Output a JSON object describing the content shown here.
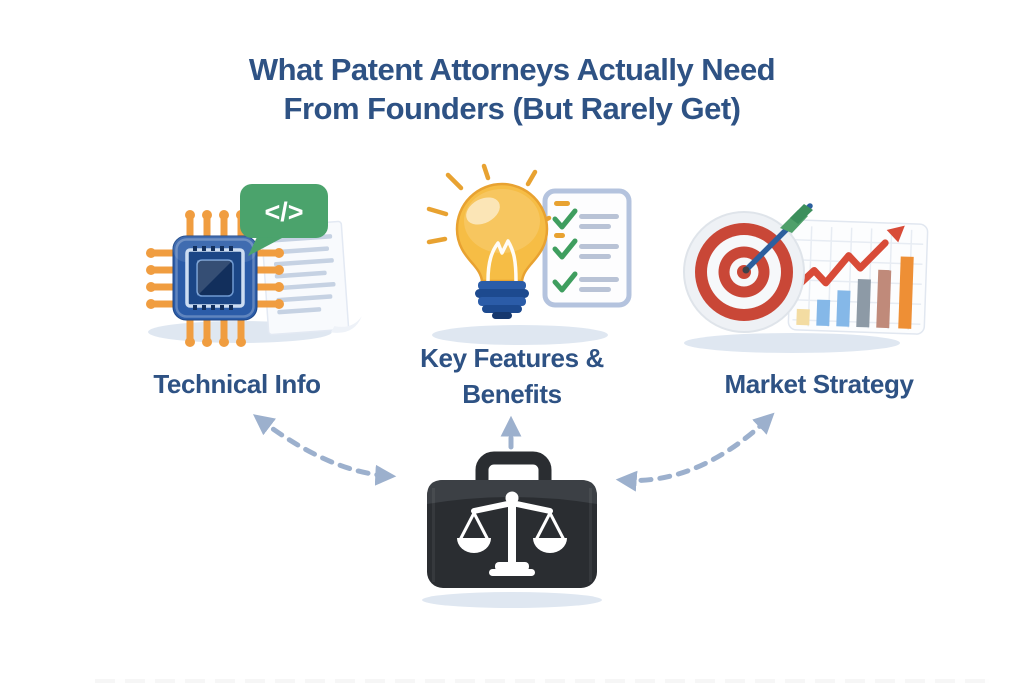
{
  "title": {
    "line1": "What Patent Attorneys Actually Need",
    "line2": "From Founders (But Rarely Get)"
  },
  "items": [
    {
      "id": "technical-info",
      "label": "Technical Info",
      "icon": "chip-code-document-icon"
    },
    {
      "id": "key-features-benefits",
      "label": "Key Features & Benefits",
      "icon": "lightbulb-checklist-icon"
    },
    {
      "id": "market-strategy",
      "label": "Market Strategy",
      "icon": "target-growth-chart-icon"
    }
  ],
  "center": {
    "icon": "legal-briefcase-scales-icon"
  },
  "icons": {
    "code_glyph": "</>"
  },
  "colors": {
    "background": "#ffffff",
    "title_text": "#2e5284",
    "label_text": "#2e5284",
    "arrow": "#9cb0cd",
    "ground_shadow": "#dfe7f1",
    "chip_blue": "#2b5ca8",
    "chip_inner_dark": "#122f5c",
    "chip_frame_light": "#cdddf2",
    "pin_orange": "#f09d40",
    "pin_orange_dark": "#d9822f",
    "bubble_green": "#4ba36c",
    "doc_line": "#c6d2e3",
    "bulb_yellow": "#f6bd45",
    "bulb_outline": "#e8a231",
    "bulb_base_blue": "#2b5ca8",
    "bulb_base_dark": "#1d4a8f",
    "check_green": "#3f9e5f",
    "list_line": "#b9c3d6",
    "panel_border": "#b4c3de",
    "target_red": "#c94737",
    "target_light": "#f6f8fa",
    "dart_blue": "#2c5f9e",
    "fletch_green": "#4fa06a",
    "fletch_green_dark": "#3c8f5c",
    "growth_red": "#d84b38",
    "bar_yellow": "#f3dca2",
    "bar_blue": "#85b8e8",
    "bar_gray": "#8d9aa6",
    "bar_salmon": "#c08a7a",
    "bar_orange": "#ee8f35",
    "case_dark": "#2a2d31",
    "case_light": "#3c4045",
    "scales_white": "#ffffff"
  }
}
